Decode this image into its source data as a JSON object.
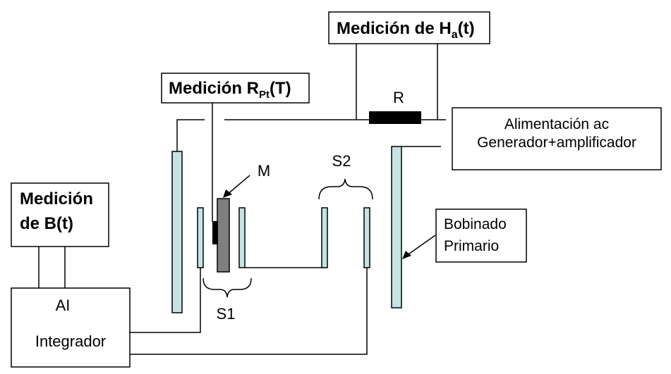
{
  "boxes": {
    "ha": {
      "label": "Medición de H",
      "sub": "a",
      "tail": "(t)"
    },
    "rpt": {
      "label": "Medición R",
      "sub": "Pt",
      "tail": "(T)"
    },
    "b": {
      "line1": "Medición",
      "line2": "de B(t)"
    },
    "supply": {
      "line1": "Alimentación ac",
      "line2": "Generador+amplificador"
    },
    "primary": {
      "line1": "Bobinado",
      "line2": "Primario"
    },
    "integrator": {
      "line1": "AI",
      "line2": "Integrador"
    }
  },
  "labels": {
    "resistor": "R",
    "sample": "M",
    "s1": "S1",
    "s2": "S2"
  },
  "colors": {
    "coil_fill": "#c5e3e3",
    "sample_fill": "#7f7f7f",
    "line": "#000000"
  }
}
